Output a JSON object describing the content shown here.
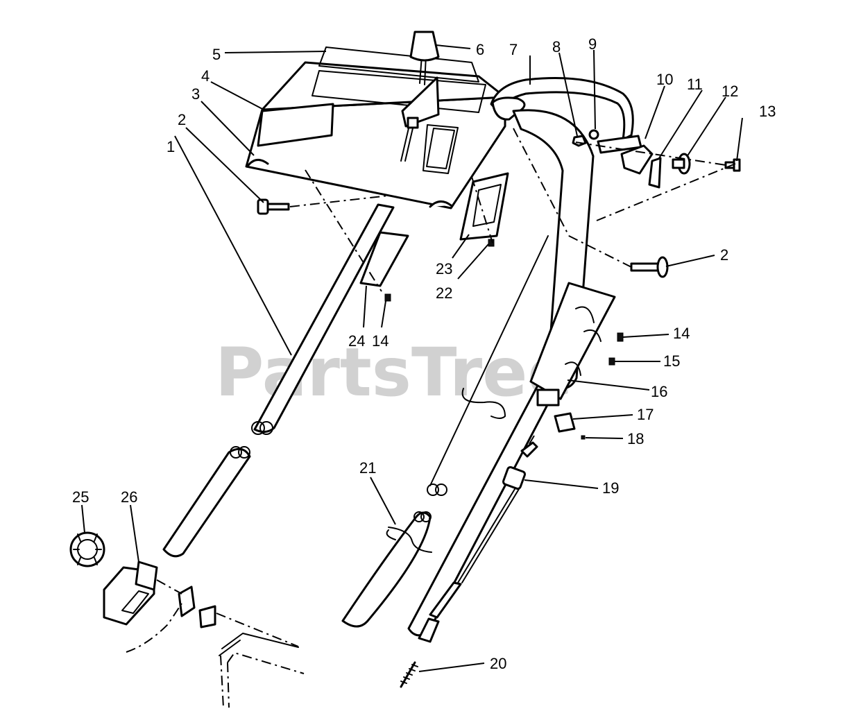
{
  "watermark": "PartsTree",
  "callouts": [
    {
      "id": "1",
      "text": "1"
    },
    {
      "id": "2a",
      "text": "2"
    },
    {
      "id": "2b",
      "text": "2"
    },
    {
      "id": "3",
      "text": "3"
    },
    {
      "id": "4",
      "text": "4"
    },
    {
      "id": "5",
      "text": "5"
    },
    {
      "id": "6",
      "text": "6"
    },
    {
      "id": "7",
      "text": "7"
    },
    {
      "id": "8",
      "text": "8"
    },
    {
      "id": "9",
      "text": "9"
    },
    {
      "id": "10",
      "text": "10"
    },
    {
      "id": "11",
      "text": "11"
    },
    {
      "id": "12",
      "text": "12"
    },
    {
      "id": "13",
      "text": "13"
    },
    {
      "id": "14a",
      "text": "14"
    },
    {
      "id": "14b",
      "text": "14"
    },
    {
      "id": "15",
      "text": "15"
    },
    {
      "id": "16",
      "text": "16"
    },
    {
      "id": "17",
      "text": "17"
    },
    {
      "id": "18",
      "text": "18"
    },
    {
      "id": "19",
      "text": "19"
    },
    {
      "id": "20",
      "text": "20"
    },
    {
      "id": "21",
      "text": "21"
    },
    {
      "id": "22",
      "text": "22"
    },
    {
      "id": "23",
      "text": "23"
    },
    {
      "id": "24",
      "text": "24"
    },
    {
      "id": "25",
      "text": "25"
    },
    {
      "id": "26",
      "text": "26"
    }
  ]
}
